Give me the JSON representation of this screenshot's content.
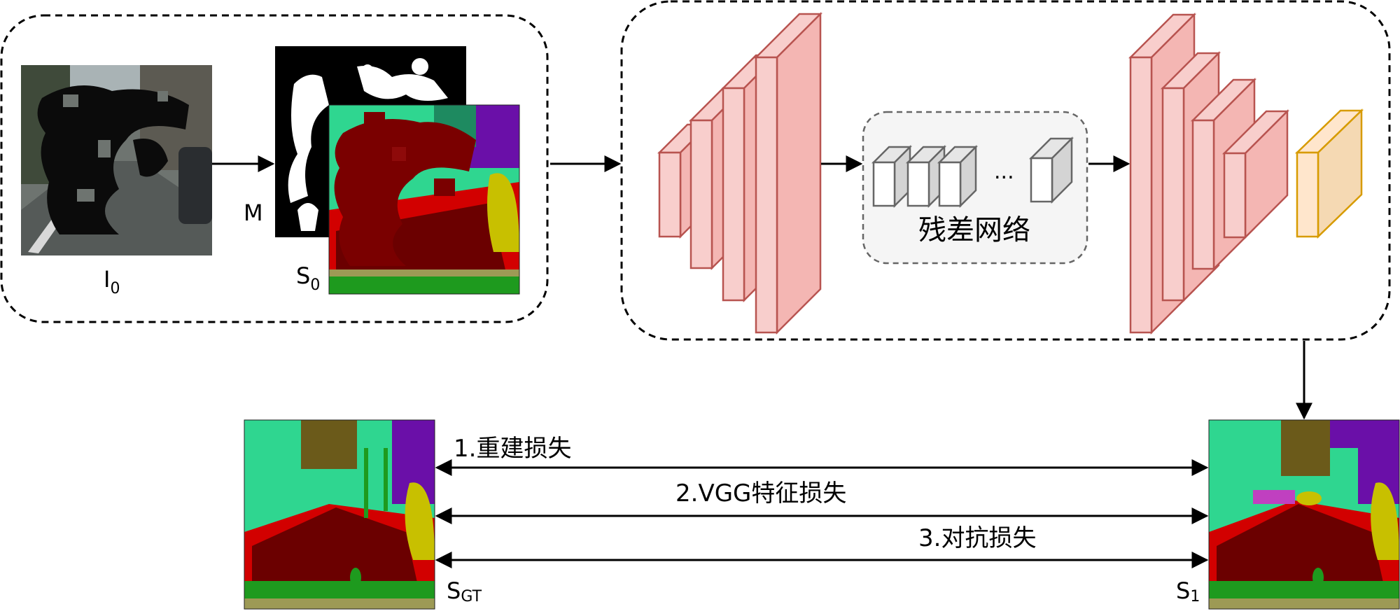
{
  "inputs": {
    "image_symbol": "I",
    "image_subscript": "0",
    "mask_symbol": "M",
    "seg_symbol": "S",
    "seg_subscript": "0"
  },
  "network": {
    "residual_label": "残差网络",
    "ellipsis": "..."
  },
  "outputs": {
    "gt_symbol": "S",
    "gt_subscript": "GT",
    "pred_symbol": "S",
    "pred_subscript": "1"
  },
  "losses": [
    {
      "label": "1.重建损失"
    },
    {
      "label": "2.VGG特征损失"
    },
    {
      "label": "3.对抗损失"
    }
  ],
  "colors": {
    "encoder_fill": "#f8cecc",
    "encoder_stroke": "#b85450",
    "output_fill": "#ffe6cc",
    "output_stroke": "#d79b00",
    "residual_block_fill": "#ffffff",
    "residual_block_stroke": "#666666",
    "residual_group_fill": "#f5f5f5",
    "seg_road": "#6b0000",
    "seg_vegetation": "#2fd690",
    "seg_sky": "#6a0fa8",
    "seg_car": "#c8c000",
    "seg_sidewalk": "#d20000",
    "seg_ground": "#1e9a1e"
  }
}
